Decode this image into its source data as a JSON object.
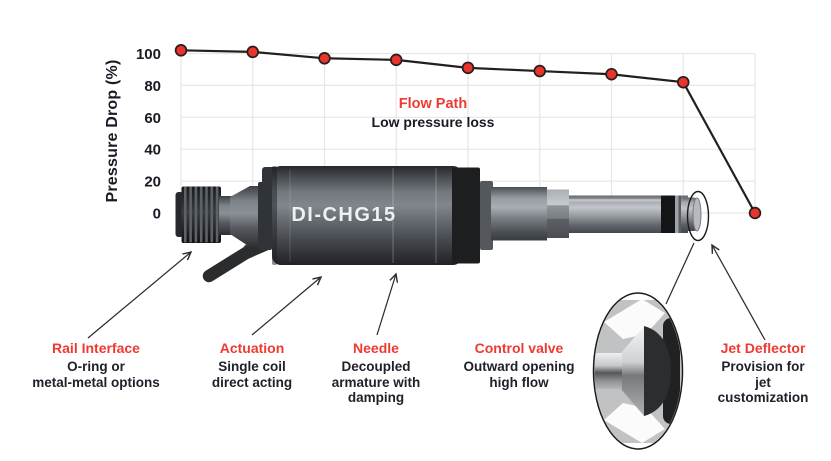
{
  "figure": {
    "model_label": "DI-CHG15"
  },
  "chart_data": {
    "type": "line",
    "title": "",
    "xlabel": "",
    "ylabel": "Pressure Drop (%)",
    "x": [
      1,
      2,
      3,
      4,
      5,
      6,
      7,
      8,
      9
    ],
    "values": [
      102,
      101,
      97,
      96,
      91,
      89,
      87,
      82,
      0
    ],
    "yticks": [
      0,
      20,
      40,
      60,
      80,
      100
    ],
    "ylim": [
      0,
      100
    ],
    "grid": true,
    "legend": false,
    "annotation": {
      "title": "Flow Path",
      "subtitle": "Low pressure loss"
    }
  },
  "callouts": [
    {
      "title": "Rail Interface",
      "desc": "O-ring or\nmetal-metal options"
    },
    {
      "title": "Actuation",
      "desc": "Single coil\ndirect acting"
    },
    {
      "title": "Needle",
      "desc": "Decoupled\narmature with\ndamping"
    },
    {
      "title": "Control valve",
      "desc": "Outward opening\nhigh flow"
    },
    {
      "title": "Jet Deflector",
      "desc": "Provision for jet\ncustomization"
    }
  ],
  "colors": {
    "accent_red": "#ee3a31",
    "dot_fill": "#ea342b",
    "line": "#231f1d",
    "grid": "#e7e7e7",
    "text_dark": "#191a23"
  }
}
